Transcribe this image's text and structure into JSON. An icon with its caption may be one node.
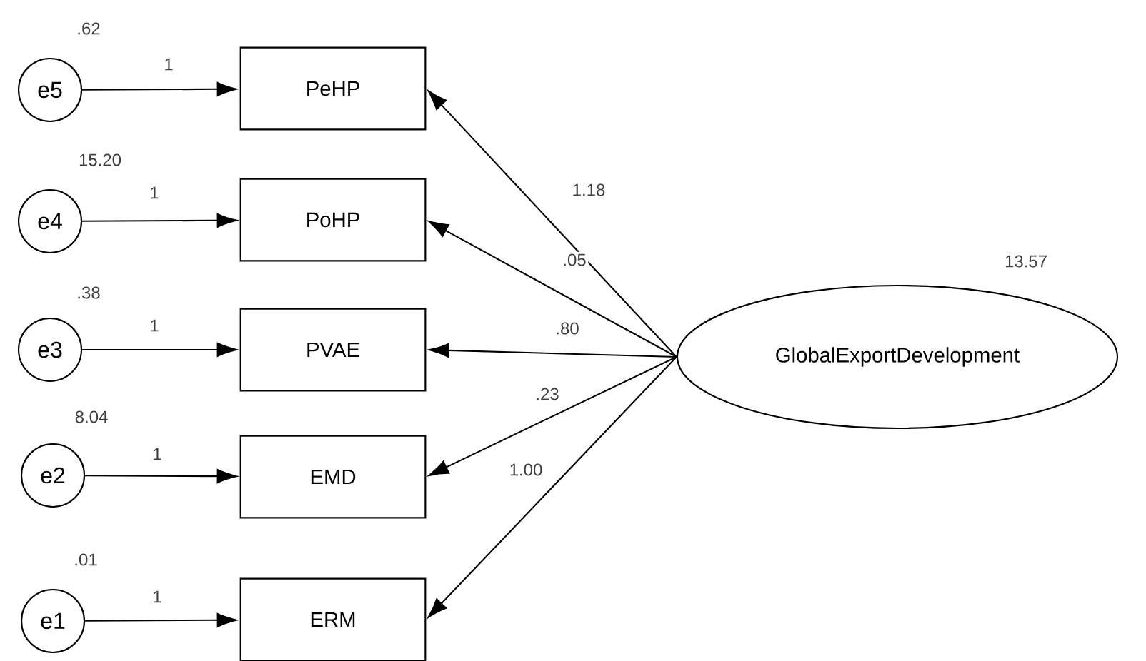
{
  "diagram": {
    "nodes": [
      {
        "text": [
          "e5"
        ],
        "beside": [
          ".62"
        ]
      },
      {
        "text": [
          "PeHP"
        ]
      },
      {
        "text": [
          "e4"
        ],
        "beside": [
          "15.20"
        ]
      },
      {
        "text": [
          "PoHP"
        ]
      },
      {
        "text": [
          "e3"
        ],
        "beside": [
          ".38"
        ]
      },
      {
        "text": [
          "PVAE"
        ]
      },
      {
        "text": [
          "e2"
        ],
        "beside": [
          "8.04"
        ]
      },
      {
        "text": [
          "EMD"
        ]
      },
      {
        "text": [
          "e1"
        ],
        "beside": [
          ".01"
        ]
      },
      {
        "text": [
          "ERM"
        ]
      },
      {
        "text": [
          "GlobalExportDevelopment"
        ],
        "beside": [
          "13.57"
        ]
      }
    ],
    "edges": [
      {
        "from": 0,
        "to": 1,
        "arrow": "to",
        "label": "1"
      },
      {
        "from": 2,
        "to": 3,
        "arrow": "to",
        "label": "1"
      },
      {
        "from": 4,
        "to": 5,
        "arrow": "to",
        "label": "1"
      },
      {
        "from": 6,
        "to": 7,
        "arrow": "to",
        "label": "1"
      },
      {
        "from": 8,
        "to": 9,
        "arrow": "to",
        "label": "1"
      },
      {
        "from": 10,
        "to": 1,
        "arrow": "to",
        "label": "1.18"
      },
      {
        "from": 10,
        "to": 3,
        "arrow": "to",
        "label": ".05"
      },
      {
        "from": 10,
        "to": 5,
        "arrow": "to",
        "label": ".80"
      },
      {
        "from": 10,
        "to": 7,
        "arrow": "to",
        "label": ".23"
      },
      {
        "from": 10,
        "to": 9,
        "arrow": "to",
        "label": "1.00"
      }
    ]
  }
}
